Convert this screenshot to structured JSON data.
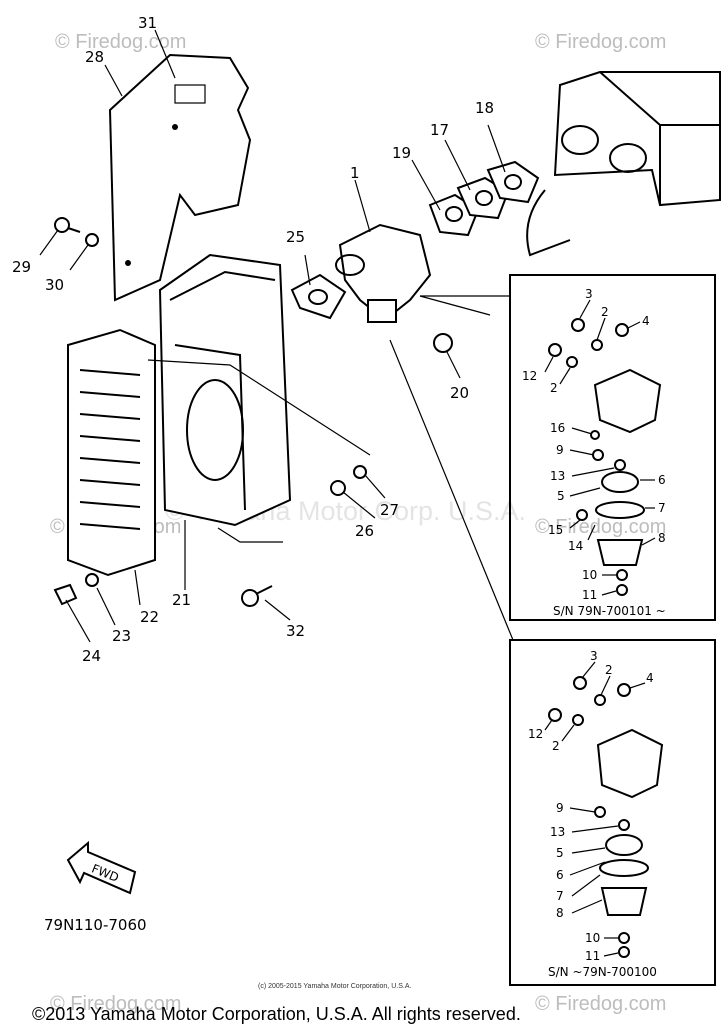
{
  "watermarks": {
    "top_left": "© Firedog.com",
    "top_right": "© Firedog.com",
    "mid_left": "© Firedog.com",
    "mid_right": "© Firedog.com",
    "bottom_left": "© Firedog.com",
    "bottom_right": "© Firedog.com",
    "center": "© Yamaha Motor Corp. U.S.A."
  },
  "callouts": {
    "c31": "31",
    "c28": "28",
    "c29": "29",
    "c30": "30",
    "c25": "25",
    "c1": "1",
    "c19": "19",
    "c17": "17",
    "c18": "18",
    "c20": "20",
    "c26": "26",
    "c27": "27",
    "c21": "21",
    "c22": "22",
    "c23": "23",
    "c24": "24",
    "c32": "32"
  },
  "inset_upper": {
    "c3": "3",
    "c2a": "2",
    "c4": "4",
    "c12": "12",
    "c2b": "2",
    "c16": "16",
    "c9": "9",
    "c13": "13",
    "c6": "6",
    "c5": "5",
    "c7": "7",
    "c15": "15",
    "c14": "14",
    "c8": "8",
    "c10": "10",
    "c11": "11",
    "serial": "S/N 79N-700101 ~"
  },
  "inset_lower": {
    "c3": "3",
    "c2a": "2",
    "c4": "4",
    "c12": "12",
    "c2b": "2",
    "c9": "9",
    "c13": "13",
    "c5": "5",
    "c6": "6",
    "c7": "7",
    "c8": "8",
    "c10": "10",
    "c11": "11",
    "serial": "S/N ~79N-700100"
  },
  "fwd_label": "FWD",
  "part_code": "79N110-7060",
  "small_copyright": "(c) 2005-2015 Yamaha Motor Corporation, U.S.A.",
  "footer": "©2013 Yamaha Motor Corporation, U.S.A. All rights reserved."
}
